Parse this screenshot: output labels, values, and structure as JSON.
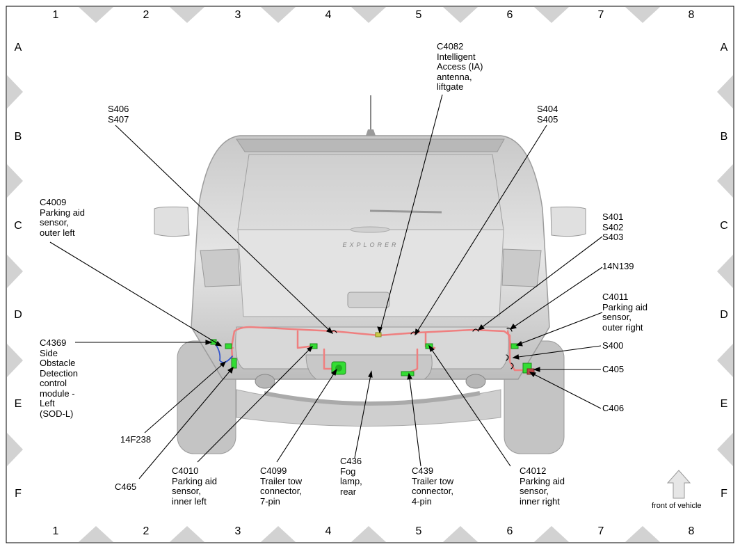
{
  "grid": {
    "columns": [
      "1",
      "2",
      "3",
      "4",
      "5",
      "6",
      "7",
      "8"
    ],
    "rows": [
      "A",
      "B",
      "C",
      "D",
      "E",
      "F"
    ]
  },
  "vehicle_badge": "EXPLORER",
  "labels": {
    "c4082": "C4082\nIntelligent\nAccess (IA)\nantenna,\nliftgate",
    "s406": "S406\nS407",
    "s404": "S404\nS405",
    "c4009": "C4009\nParking aid\nsensor,\nouter left",
    "s401": "S401\nS402\nS403",
    "n14n139": "14N139",
    "c4011": "C4011\nParking aid\nsensor,\nouter right",
    "c4369": "C4369\nSide\nObstacle\nDetection\ncontrol\nmodule -\nLeft\n(SOD-L)",
    "s400": "S400",
    "c405": "C405",
    "c406": "C406",
    "f14f238": "14F238",
    "c465": "C465",
    "c4010": "C4010\nParking aid\nsensor,\ninner left",
    "c4099": "C4099\nTrailer tow\nconnector,\n7-pin",
    "c436": "C436\nFog\nlamp,\nrear",
    "c439": "C439\nTrailer tow\nconnector,\n4-pin",
    "c4012": "C4012\nParking aid\nsensor,\ninner right"
  },
  "front_of_vehicle": "front of vehicle",
  "colors": {
    "harness": "#ef7f7f",
    "connector": "#33dd33",
    "sod_wire": "#3355cc",
    "body": "#d6d6d6",
    "frame_triangle": "#d2d2d2"
  }
}
